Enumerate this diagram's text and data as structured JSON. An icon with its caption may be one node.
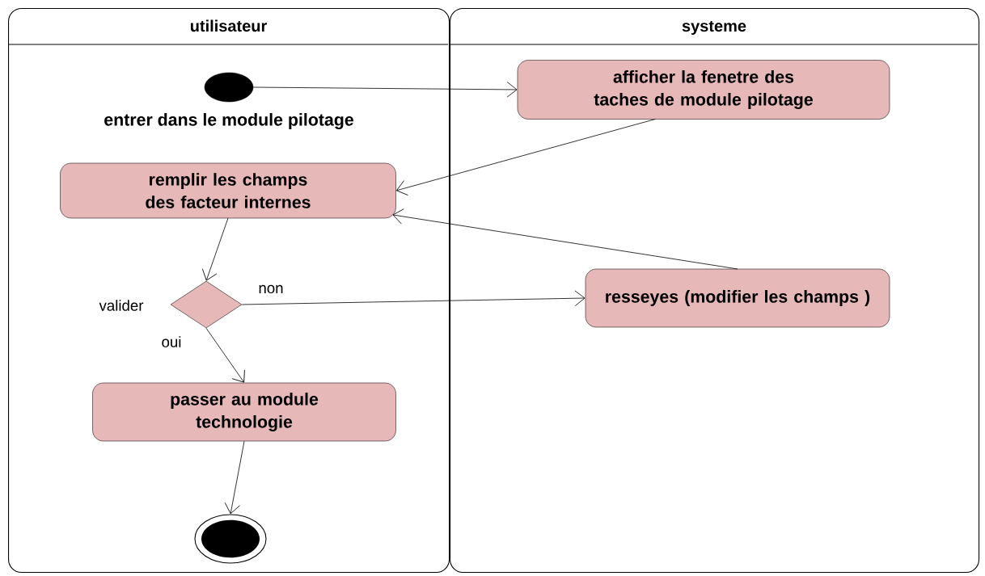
{
  "diagram": {
    "nodes": [
      {
        "text": [
          "utilisateur"
        ]
      },
      {
        "text": [
          "systeme"
        ]
      },
      {
        "text": [],
        "shape": "circle",
        "in": 0,
        "beside": [
          "entrer dans le module pilotage"
        ]
      },
      {
        "text": [
          "afficher la fenetre des taches de module pilotage"
        ],
        "in": 1
      },
      {
        "text": [
          "remplir les champs des facteur internes"
        ],
        "in": 0
      },
      {
        "text": [],
        "shape": "diamond",
        "in": 0,
        "beside": [
          "valider"
        ]
      },
      {
        "text": [
          "resseyes (modifier les champs )"
        ],
        "in": 1
      },
      {
        "text": [
          "passer au module technologie"
        ],
        "in": 0
      },
      {
        "text": [],
        "shape": "circle",
        "in": 0
      }
    ],
    "edges": [
      {
        "from": 2,
        "to": 3,
        "arrow": "to"
      },
      {
        "from": 3,
        "to": 4,
        "arrow": "to"
      },
      {
        "from": 6,
        "to": 4,
        "arrow": "to"
      },
      {
        "from": 4,
        "to": 5,
        "arrow": "to"
      },
      {
        "from": 5,
        "to": 6,
        "arrow": "to",
        "label": "non"
      },
      {
        "from": 5,
        "to": 7,
        "arrow": "to",
        "label": "oui"
      },
      {
        "from": 7,
        "to": 8,
        "arrow": "to"
      }
    ]
  }
}
